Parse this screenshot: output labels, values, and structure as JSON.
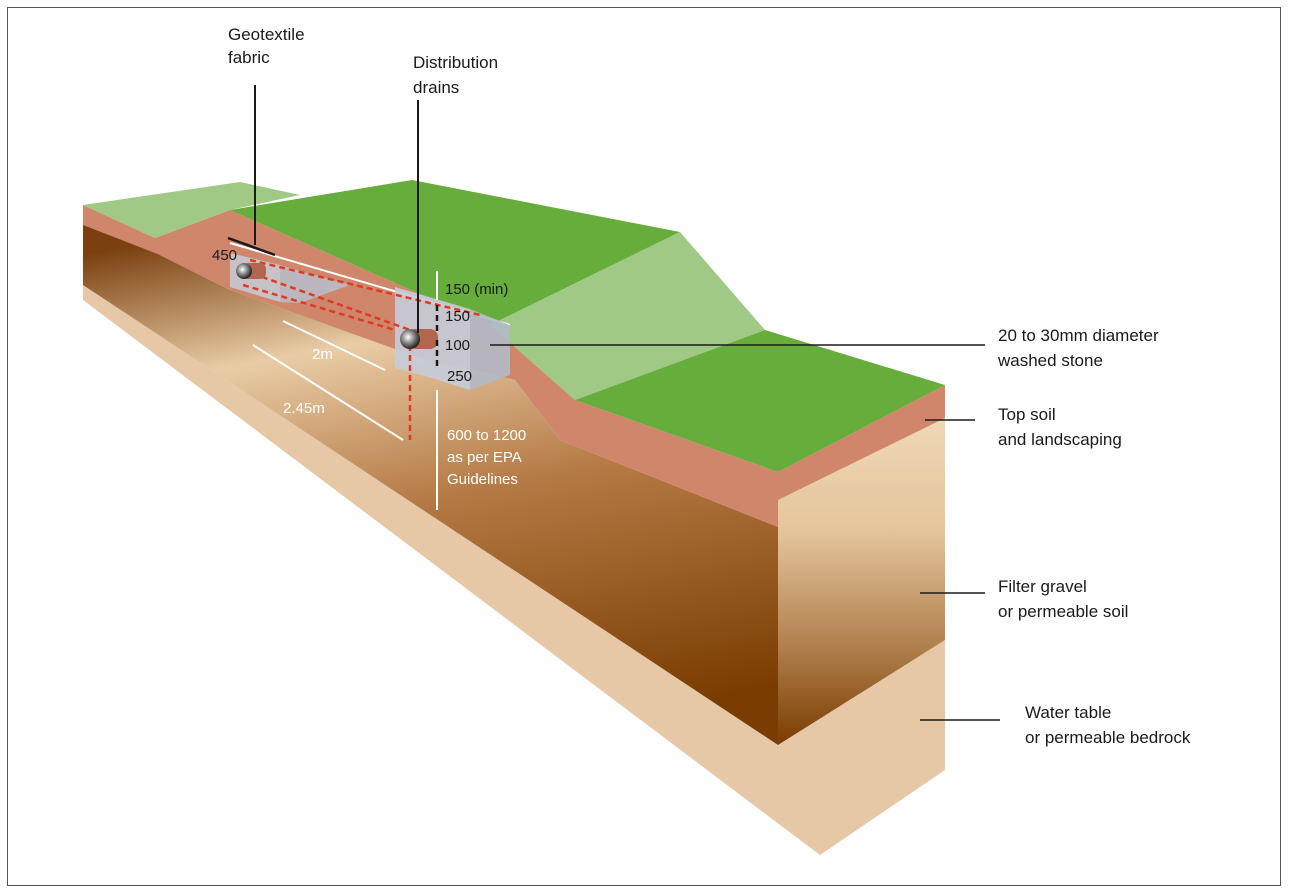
{
  "labels": {
    "geotextile": [
      "Geotextile",
      "fabric"
    ],
    "distribution": [
      "Distribution",
      "drains"
    ],
    "stone": [
      "20 to 30mm diameter",
      "washed stone"
    ],
    "topsoil": [
      "Top soil",
      "and landscaping"
    ],
    "filter": [
      "Filter gravel",
      "or permeable soil"
    ],
    "water": [
      "Water table",
      "or permeable bedrock"
    ]
  },
  "dimensions": {
    "d450": "450",
    "d150min": "150 (min)",
    "d150": "150",
    "d100": "100",
    "d250": "250",
    "d2m": "2m",
    "d245m": "2.45m",
    "depth": [
      "600 to 1200",
      "as per EPA",
      "Guidelines"
    ]
  },
  "colors": {
    "grass_dark": "#66ad3b",
    "grass_light": "#a0c986",
    "topsoil": "#cf866b",
    "soil_dark": "#7a3c00",
    "soil_light": "#eed7b5",
    "bedrock": "#e6c8a7",
    "gravel_box": "#c5ccd8",
    "drain_line": "#e03a22"
  }
}
